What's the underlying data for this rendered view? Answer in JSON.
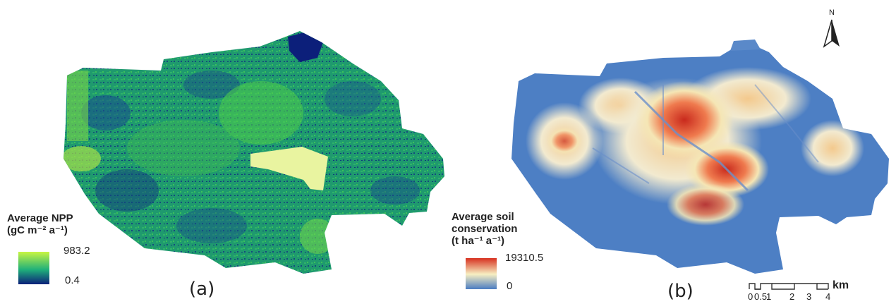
{
  "panel_a": {
    "label": "(a)",
    "legend": {
      "title_line1": "Average NPP",
      "title_line2": "(gC m⁻² a⁻¹)",
      "max": "983.2",
      "min": "0.4",
      "colors": {
        "high": "#c8f542",
        "mid": "#1fb07a",
        "low": "#0c1f7a"
      }
    }
  },
  "panel_b": {
    "label": "(b)",
    "legend": {
      "title_line1": "Average soil",
      "title_line2": "conservation",
      "title_line3": "(t ha⁻¹ a⁻¹)",
      "max": "19310.5",
      "min": "0",
      "colors": {
        "high": "#d7301f",
        "mid": "#f7efc2",
        "low": "#4a7cc2"
      }
    },
    "north_arrow": {
      "label": "N"
    },
    "scale_bar": {
      "unit": "km",
      "ticks": [
        "0",
        "0.5",
        "1",
        "2",
        "3",
        "4"
      ]
    }
  }
}
